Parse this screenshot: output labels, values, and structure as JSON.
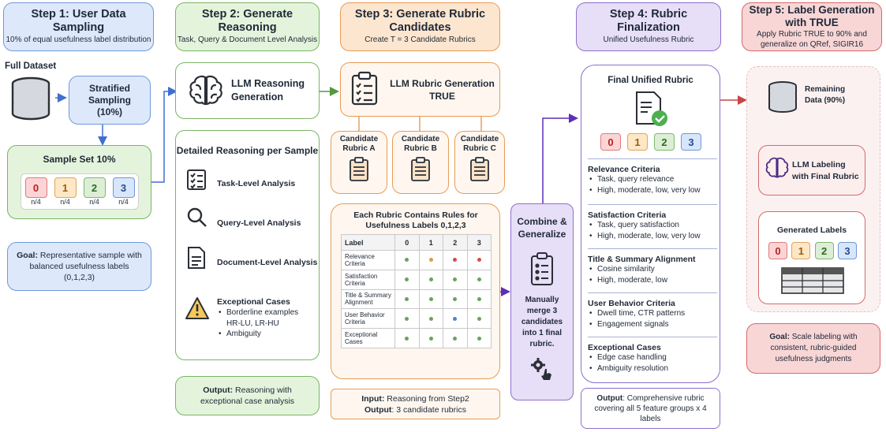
{
  "step1": {
    "title": "Step 1: User Data Sampling",
    "subtitle": "10% of equal usefulness label distribution",
    "full_dataset": "Full Dataset",
    "stratified_line1": "Stratified",
    "stratified_line2": "Sampling",
    "stratified_line3": "(10%)",
    "sample_set": "Sample Set 10%",
    "labels": [
      "0",
      "1",
      "2",
      "3"
    ],
    "counts": [
      "n/4",
      "n/4",
      "n/4",
      "n/4"
    ],
    "goal_prefix": "Goal:",
    "goal_text": "Representative sample with balanced usefulness labels (0,1,2,3)"
  },
  "step2": {
    "title": "Step 2: Generate Reasoning",
    "subtitle": "Task, Query & Document Level Analysis",
    "llm_line1": "LLM Reasoning",
    "llm_line2": "Generation",
    "detailed_title": "Detailed Reasoning per Sample",
    "task": "Task-Level Analysis",
    "query": "Query-Level Analysis",
    "document": "Document-Level Analysis",
    "exceptional": "Exceptional Cases",
    "bullet1": "Borderline examples",
    "bullet1b": "HR-LU, LR-HU",
    "bullet2": "Ambiguity",
    "output_prefix": "Output:",
    "output_text": "Reasoning with exceptional case analysis"
  },
  "step3": {
    "title": "Step 3: Generate Rubric Candidates",
    "subtitle": "Create T = 3 Candidate Rubrics",
    "gen_line1": "LLM Rubric Generation",
    "gen_line2": "TRUE",
    "cand_a": [
      "Candidate",
      "Rubric A"
    ],
    "cand_b": [
      "Candidate",
      "Rubric B"
    ],
    "cand_c": [
      "Candidate",
      "Rubric C"
    ],
    "rules_title": "Each Rubric Contains Rules for Usefulness Labels 0,1,2,3",
    "table_header": [
      "Label",
      "0",
      "1",
      "2",
      "3"
    ],
    "table_rows": [
      "Relevance Criteria",
      "Satisfaction Criteria",
      "Title & Summary Alignment",
      "User Behavior Criteria",
      "Exceptional Cases"
    ],
    "input_prefix": "Input:",
    "input_text": "Reasoning from Step2",
    "output_prefix": "Output",
    "output_text": ": 3 candidate rubrics"
  },
  "combine": {
    "title_line1": "Combine &",
    "title_line2": "Generalize",
    "text": "Manually merge 3 candidates into 1 final rubric."
  },
  "step4": {
    "title": "Step 4: Rubric Finalization",
    "subtitle": "Unified Usefulness Rubric",
    "final_title": "Final Unified Rubric",
    "labels": [
      "0",
      "1",
      "2",
      "3"
    ],
    "sections": [
      {
        "title": "Relevance Criteria",
        "bullets": [
          "Task, query relevance",
          "High, moderate, low, very low"
        ]
      },
      {
        "title": "Satisfaction Criteria",
        "bullets": [
          "Task, query satisfaction",
          "High, moderate, low, very low"
        ]
      },
      {
        "title": "Title & Summary Alignment",
        "bullets": [
          "Cosine similarity",
          "High, moderate, low"
        ]
      },
      {
        "title": "User Behavior Criteria",
        "bullets": [
          "Dwell time, CTR patterns",
          "Engagement signals"
        ]
      },
      {
        "title": "Exceptional Cases",
        "bullets": [
          "Edge case handling",
          "Ambiguity resolution"
        ]
      }
    ],
    "output_prefix": "Output",
    "output_text": ": Comprehensive rubric covering all 5 feature groups x 4 labels"
  },
  "step5": {
    "title_line1": "Step 5: Label Generation",
    "title_line2": "with TRUE",
    "subtitle": "Apply Rubric TRUE to 90% and generalize on QRef, SIGIR16",
    "remaining_line1": "Remaining",
    "remaining_line2": "Data (90%)",
    "labeling_line1": "LLM Labeling",
    "labeling_line2": "with Final Rubric",
    "generated": "Generated Labels",
    "labels": [
      "0",
      "1",
      "2",
      "3"
    ],
    "goal_prefix": "Goal:",
    "goal_text": "Scale labeling with consistent, rubric-guided usefulness judgments"
  }
}
